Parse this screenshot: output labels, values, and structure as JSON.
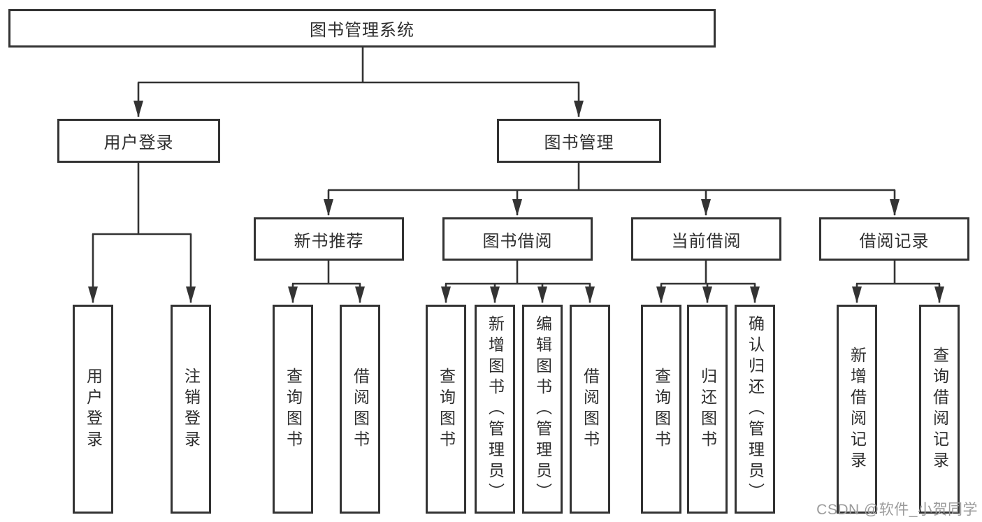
{
  "diagram_type": "hierarchy-tree",
  "nodes": {
    "root": "图书管理系统",
    "l2": [
      "用户登录",
      "图书管理"
    ],
    "l3": [
      "新书推荐",
      "图书借阅",
      "当前借阅",
      "借阅记录"
    ],
    "leaves": {
      "login": [
        "用户登录",
        "注销登录"
      ],
      "recommend": [
        "查询图书",
        "借阅图书"
      ],
      "borrow": [
        "查询图书",
        "新增图书（管理员）",
        "编辑图书（管理员）",
        "借阅图书"
      ],
      "current": [
        "查询图书",
        "归还图书",
        "确认归还（管理员）"
      ],
      "records": [
        "新增借阅记录",
        "查询借阅记录"
      ]
    }
  },
  "hierarchy": {
    "图书管理系统": {
      "用户登录": [
        "用户登录",
        "注销登录"
      ],
      "图书管理": {
        "新书推荐": [
          "查询图书",
          "借阅图书"
        ],
        "图书借阅": [
          "查询图书",
          "新增图书（管理员）",
          "编辑图书（管理员）",
          "借阅图书"
        ],
        "当前借阅": [
          "查询图书",
          "归还图书",
          "确认归还（管理员）"
        ],
        "借阅记录": [
          "新增借阅记录",
          "查询借阅记录"
        ]
      }
    }
  },
  "watermark": "CSDN @软件_小贺同学",
  "colors": {
    "line": "#333333",
    "text": "#2e2e2e",
    "watermark_text": "#9b9b9b",
    "background": "#ffffff"
  }
}
